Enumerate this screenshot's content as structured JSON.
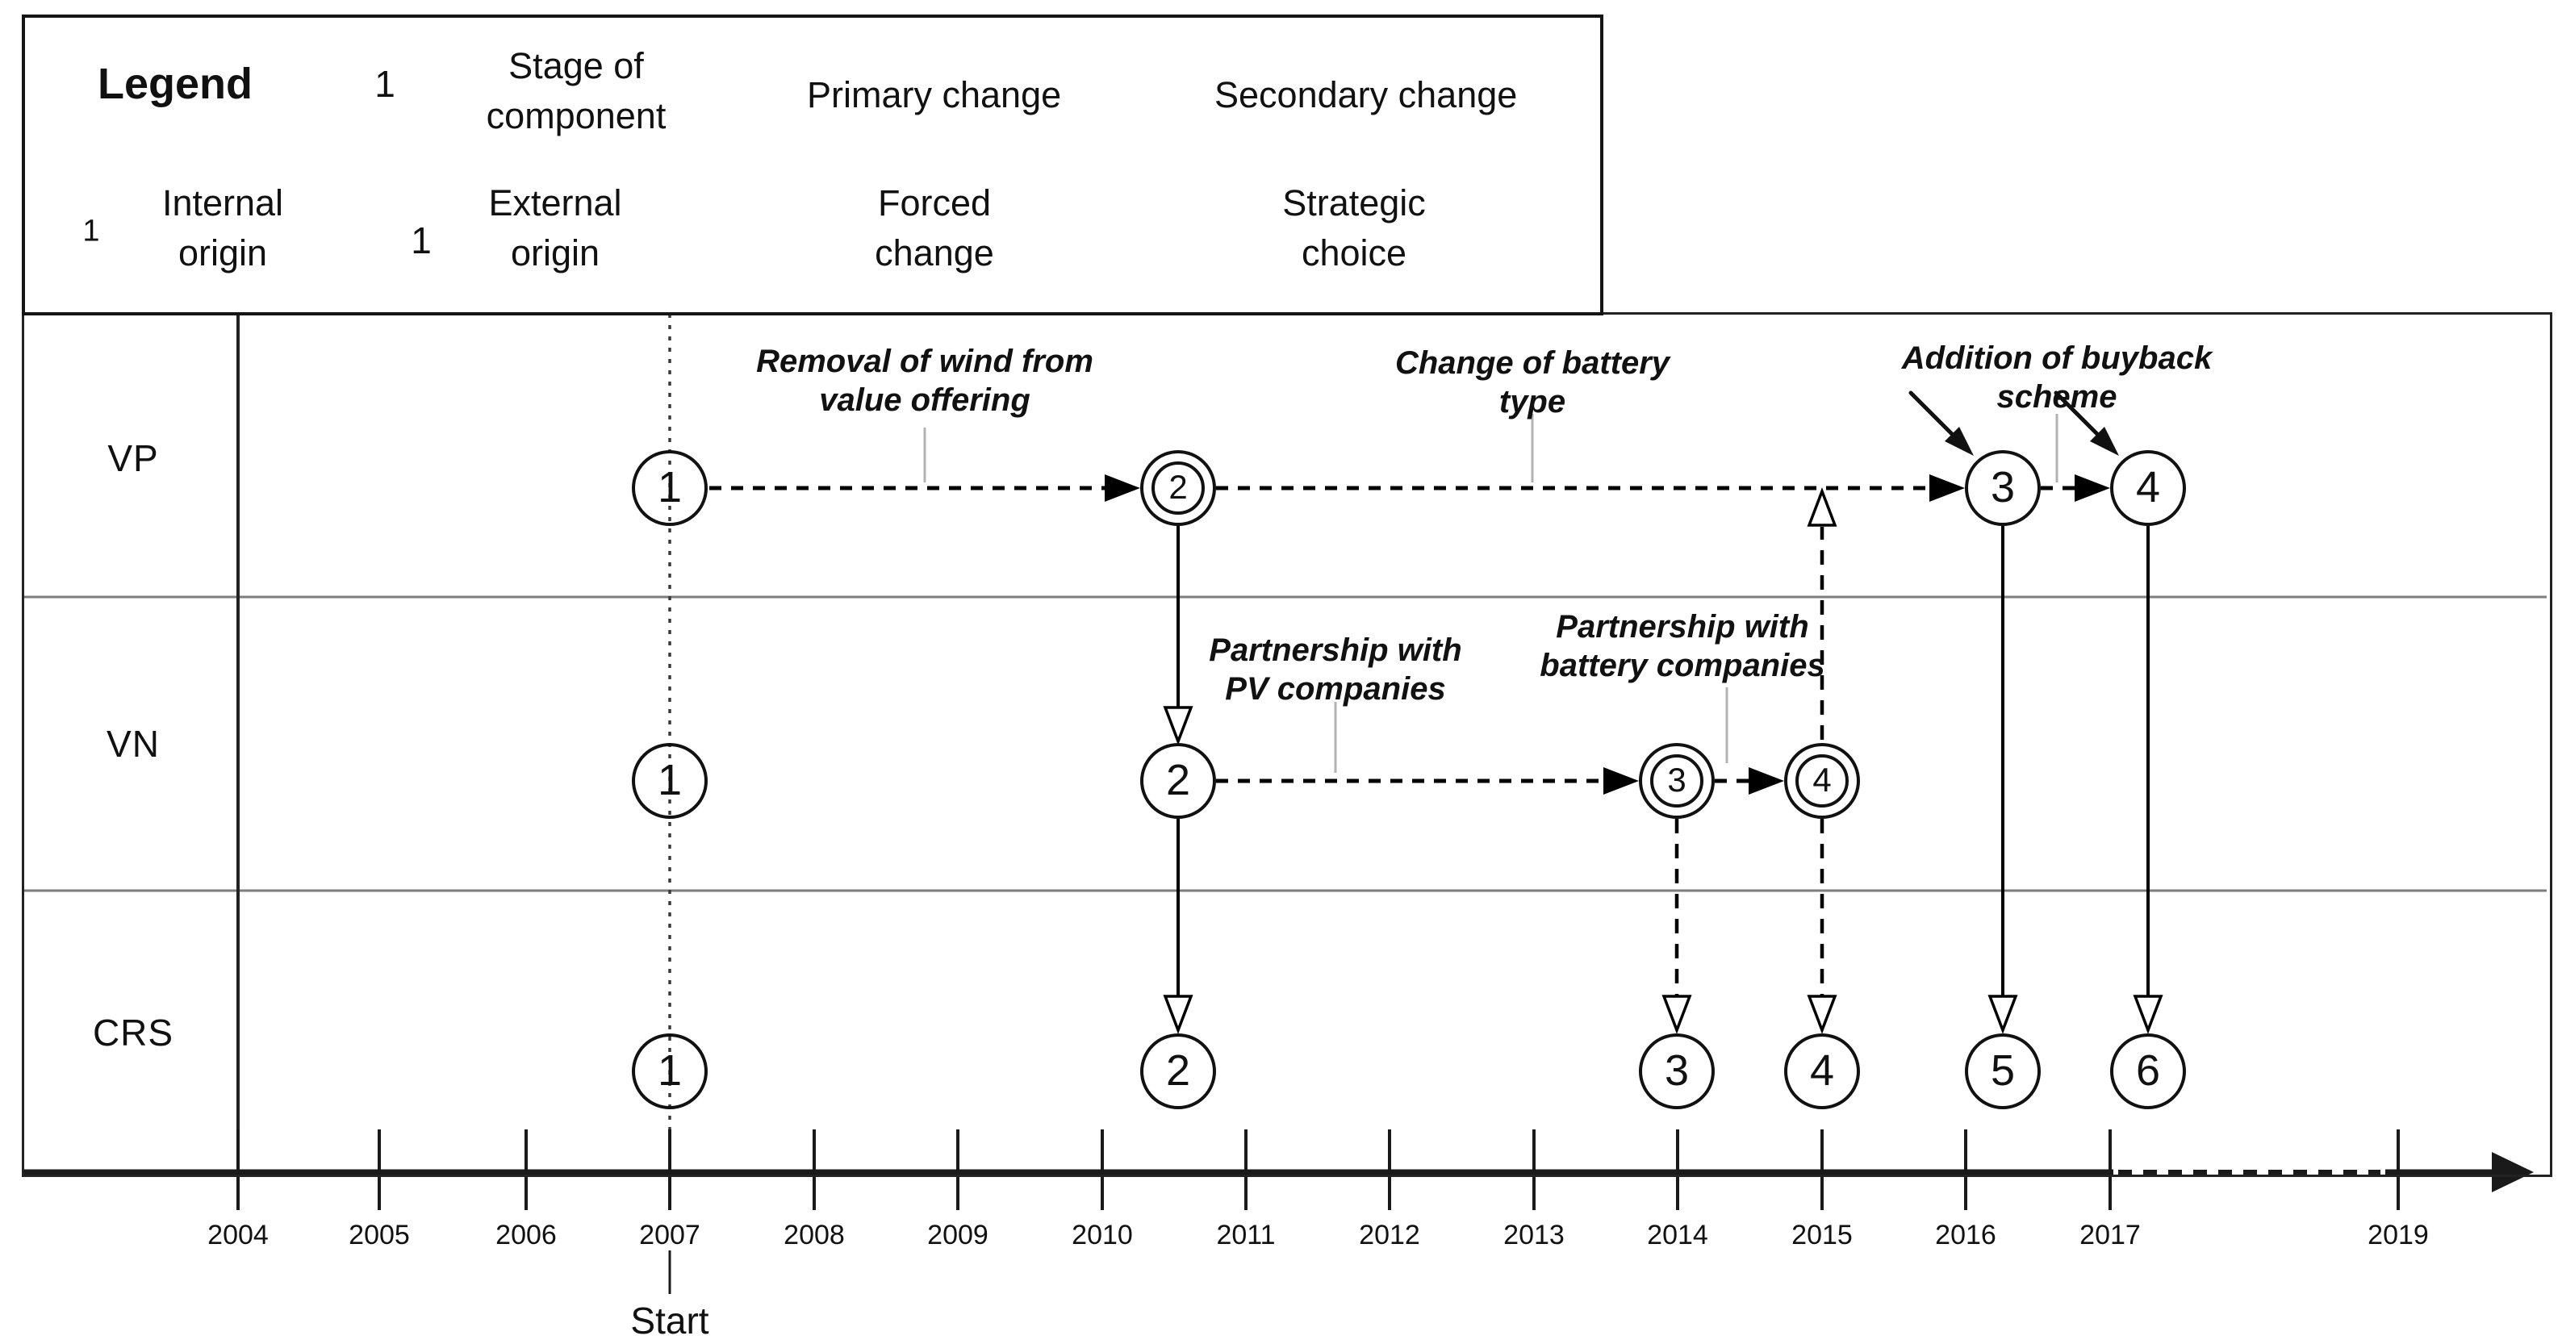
{
  "legend": {
    "title": "Legend",
    "stage_of_component": {
      "symbol_text": "1",
      "label": "Stage of\ncomponent"
    },
    "primary_change": {
      "label": "Primary change"
    },
    "secondary_change": {
      "label": "Secondary change"
    },
    "internal_origin": {
      "symbol_text": "1",
      "label": "Internal\norigin"
    },
    "external_origin": {
      "symbol_text": "1",
      "label": "External\norigin"
    },
    "forced_change": {
      "label": "Forced\nchange"
    },
    "strategic_choice": {
      "label": "Strategic\nchoice"
    }
  },
  "rows": [
    {
      "label": "VP"
    },
    {
      "label": "VN"
    },
    {
      "label": "CRS"
    }
  ],
  "timeline": {
    "years": [
      "2004",
      "2005",
      "2006",
      "2007",
      "2008",
      "2009",
      "2010",
      "2011",
      "2012",
      "2013",
      "2014",
      "2015",
      "2016",
      "2017",
      "2019"
    ],
    "start_label": "Start",
    "start_year": "2007"
  },
  "nodes": [
    {
      "id": "vp-1",
      "row": "VP",
      "stage": "1",
      "origin": "normal"
    },
    {
      "id": "vp-2",
      "row": "VP",
      "stage": "2",
      "origin": "internal"
    },
    {
      "id": "vp-3",
      "row": "VP",
      "stage": "3",
      "origin": "external"
    },
    {
      "id": "vp-4",
      "row": "VP",
      "stage": "4",
      "origin": "external"
    },
    {
      "id": "vn-1",
      "row": "VN",
      "stage": "1",
      "origin": "normal"
    },
    {
      "id": "vn-2",
      "row": "VN",
      "stage": "2",
      "origin": "normal"
    },
    {
      "id": "vn-3",
      "row": "VN",
      "stage": "3",
      "origin": "internal"
    },
    {
      "id": "vn-4",
      "row": "VN",
      "stage": "4",
      "origin": "internal"
    },
    {
      "id": "crs-1",
      "row": "CRS",
      "stage": "1",
      "origin": "normal"
    },
    {
      "id": "crs-2",
      "row": "CRS",
      "stage": "2",
      "origin": "normal"
    },
    {
      "id": "crs-3",
      "row": "CRS",
      "stage": "3",
      "origin": "normal"
    },
    {
      "id": "crs-4",
      "row": "CRS",
      "stage": "4",
      "origin": "normal"
    },
    {
      "id": "crs-5",
      "row": "CRS",
      "stage": "5",
      "origin": "normal"
    },
    {
      "id": "crs-6",
      "row": "CRS",
      "stage": "6",
      "origin": "normal"
    }
  ],
  "edges": [
    {
      "from": "vp-1",
      "to": "vp-2",
      "line": "dashed",
      "arrowhead": "filled",
      "meaning": "strategic choice / primary change"
    },
    {
      "from": "vp-2",
      "to": "vp-3",
      "line": "dashed",
      "arrowhead": "filled",
      "meaning": "strategic choice / primary change"
    },
    {
      "from": "vp-3",
      "to": "vp-4",
      "line": "dashed",
      "arrowhead": "filled",
      "meaning": "strategic choice / primary change"
    },
    {
      "from": "vn-2",
      "to": "vn-3",
      "line": "dashed",
      "arrowhead": "filled",
      "meaning": "strategic choice / primary change"
    },
    {
      "from": "vn-3",
      "to": "vn-4",
      "line": "dashed",
      "arrowhead": "filled",
      "meaning": "strategic choice / primary change"
    },
    {
      "from": "vp-2",
      "to": "vn-2",
      "line": "solid",
      "arrowhead": "open",
      "meaning": "forced change / secondary change"
    },
    {
      "from": "vn-2",
      "to": "crs-2",
      "line": "solid",
      "arrowhead": "open",
      "meaning": "forced change / secondary change"
    },
    {
      "from": "vn-3",
      "to": "crs-3",
      "line": "dashed",
      "arrowhead": "open",
      "meaning": "strategic choice / secondary change"
    },
    {
      "from": "vn-4",
      "to": "crs-4",
      "line": "dashed",
      "arrowhead": "open",
      "meaning": "strategic choice / secondary change"
    },
    {
      "from": "vn-4",
      "to": "vp-row",
      "line": "dashed",
      "arrowhead": "open",
      "meaning": "strategic choice / secondary change"
    },
    {
      "from": "vp-3",
      "to": "crs-5",
      "line": "solid",
      "arrowhead": "open",
      "meaning": "forced change / secondary change"
    },
    {
      "from": "vp-4",
      "to": "crs-6",
      "line": "solid",
      "arrowhead": "open",
      "meaning": "forced change / secondary change"
    }
  ],
  "annotations": [
    {
      "id": "removal-wind",
      "text": "Removal of wind from\nvalue offering"
    },
    {
      "id": "change-battery",
      "text": "Change of battery\ntype"
    },
    {
      "id": "addition-buyback",
      "text": "Addition of buyback\nscheme"
    },
    {
      "id": "partnership-pv",
      "text": "Partnership with\nPV companies"
    },
    {
      "id": "partnership-battery",
      "text": "Partnership with\nbattery companies"
    }
  ]
}
